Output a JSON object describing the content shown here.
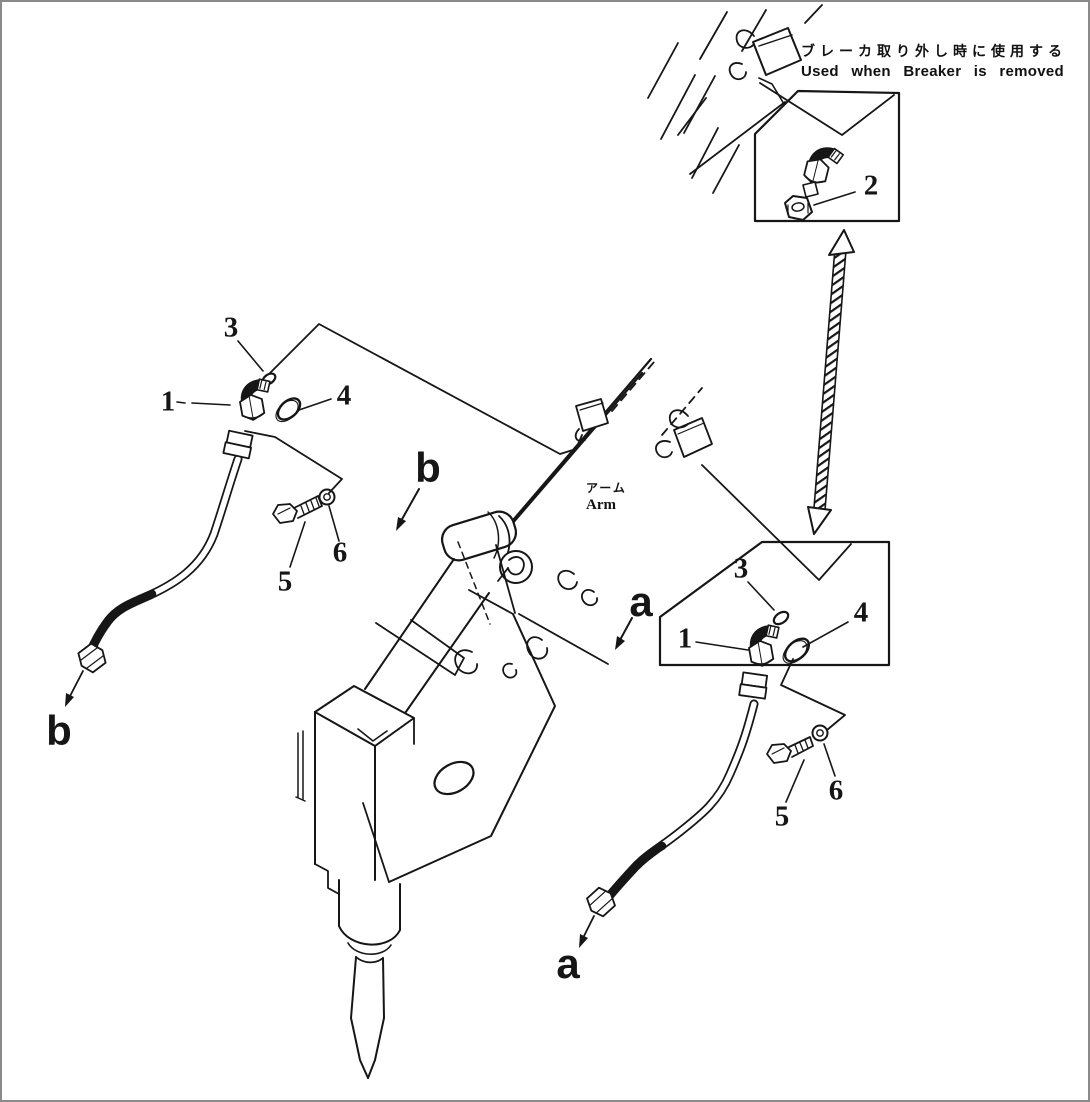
{
  "note": {
    "jp": "ブレーカ取り外し時に使用する",
    "en": "Used when Breaker is removed"
  },
  "arm_label": {
    "jp": "アーム",
    "en": "Arm"
  },
  "parts": {
    "p1": "1",
    "p2": "2",
    "p3": "3",
    "p4": "4",
    "p5": "5",
    "p6": "6"
  },
  "views": {
    "a": "a",
    "b": "b"
  },
  "colors": {
    "ink": "#161616",
    "paper": "#ffffff",
    "border": "#8a8a8a"
  }
}
